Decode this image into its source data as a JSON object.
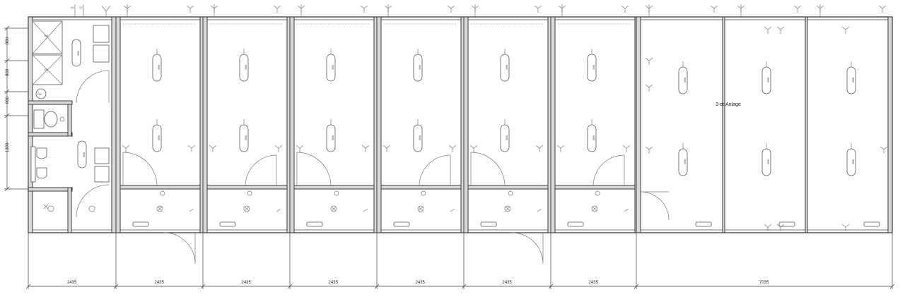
{
  "plan": {
    "room_label": "3-er Anlage",
    "lamp_label": "36W",
    "shower_label": "DU",
    "heater_label": "HW",
    "valve_labels": [
      "3/4",
      "1/2"
    ],
    "bottom_dimensions": [
      "2435",
      "2435",
      "2435",
      "2435",
      "2435",
      "2435",
      "2435",
      "7035"
    ],
    "left_dimensions": [
      "800",
      "800",
      "800",
      "1300"
    ]
  }
}
